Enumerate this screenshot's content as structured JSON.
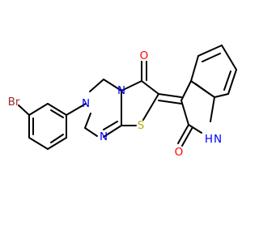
{
  "colors": {
    "background": "#ffffff",
    "bond": "#000000",
    "oxygen": "#ff0000",
    "nitrogen": "#0000ff",
    "sulfur": "#b2b200",
    "bromine": "#a52a2a"
  },
  "atoms": {
    "br": "Br",
    "n_piperazine": "N",
    "n_bridge": "N",
    "n_ring": "N",
    "s": "S",
    "o_thiazolone": "O",
    "o_indolinone": "O",
    "nh": "H",
    "nh_n": "N"
  }
}
